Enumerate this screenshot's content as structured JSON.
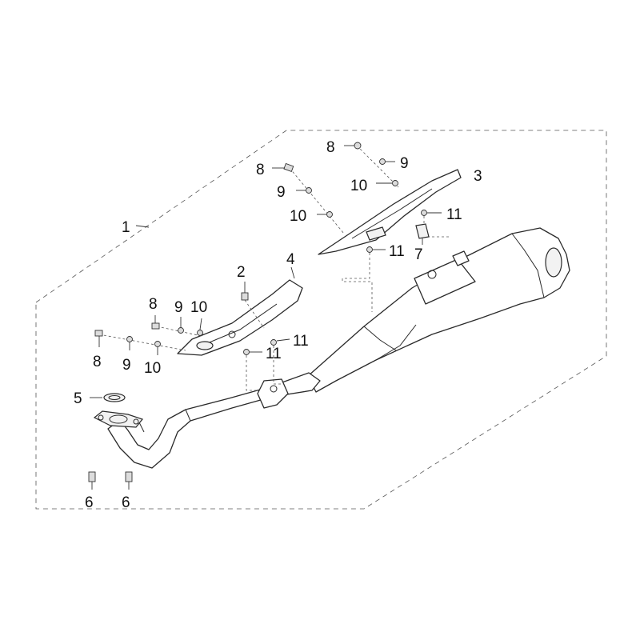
{
  "callouts": {
    "assembly": "1",
    "bolt_left": "2",
    "heat_shield_top": "3",
    "heat_shield_left": "4",
    "gasket": "5",
    "nut_a": "6",
    "nut_b": "6",
    "clip": "7",
    "bolt_top_a": "8",
    "bolt_top_b": "8",
    "bolt_mid": "8",
    "bolt_low": "8",
    "washer_top_a": "9",
    "washer_top_b": "9",
    "washer_mid": "9",
    "washer_low": "9",
    "washer2_top_a": "10",
    "washer2_top_b": "10",
    "washer2_mid": "10",
    "washer2_low": "10",
    "nut_top_right": "11",
    "nut_top_center": "11",
    "nut_mid_right": "11",
    "nut_mid_center": "11"
  }
}
